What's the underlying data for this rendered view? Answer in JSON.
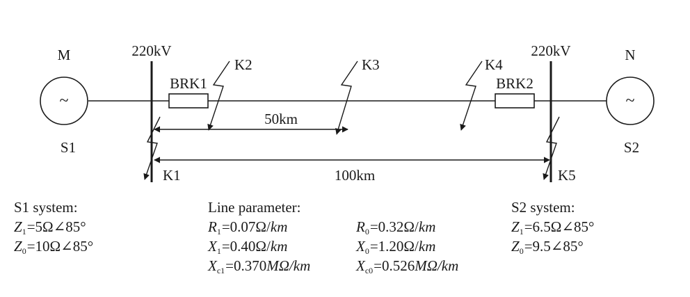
{
  "buses": {
    "left_voltage": "220kV",
    "right_voltage": "220kV"
  },
  "sources": {
    "left": {
      "node": "M",
      "name": "S1",
      "symbol": "~"
    },
    "right": {
      "node": "N",
      "name": "S2",
      "symbol": "~"
    }
  },
  "breakers": {
    "left": "BRK1",
    "right": "BRK2"
  },
  "faults": {
    "k1": "K1",
    "k2": "K2",
    "k3": "K3",
    "k4": "K4",
    "k5": "K5"
  },
  "distances": {
    "short": "50km",
    "long": "100km"
  },
  "s1_system": {
    "title": "S1 system:",
    "z1": {
      "sym": "Z",
      "sub": "1",
      "value": "=5Ω∠85°"
    },
    "z0": {
      "sym": "Z",
      "sub": "0",
      "value": "=10Ω∠85°"
    }
  },
  "line_parameter": {
    "title": "Line parameter:",
    "r1": {
      "sym": "R",
      "sub": "1",
      "value": "=0.07Ω/",
      "unit": "km"
    },
    "x1": {
      "sym": "X",
      "sub": "1",
      "value": "=0.40Ω/",
      "unit": "km"
    },
    "xc1": {
      "sym": "X",
      "sub": "c1",
      "value": "=0.370",
      "unit": "MΩ/km"
    },
    "r0": {
      "sym": "R",
      "sub": "0",
      "value": "=0.32Ω/",
      "unit": "km"
    },
    "x0": {
      "sym": "X",
      "sub": "0",
      "value": "=1.20Ω/",
      "unit": "km"
    },
    "xc0": {
      "sym": "X",
      "sub": "c0",
      "value": "=0.526",
      "unit": "MΩ/km"
    }
  },
  "s2_system": {
    "title": "S2 system:",
    "z1": {
      "sym": "Z",
      "sub": "1",
      "value": "=6.5Ω∠85°"
    },
    "z0": {
      "sym": "Z",
      "sub": "0",
      "value": "=9.5∠85°"
    }
  }
}
